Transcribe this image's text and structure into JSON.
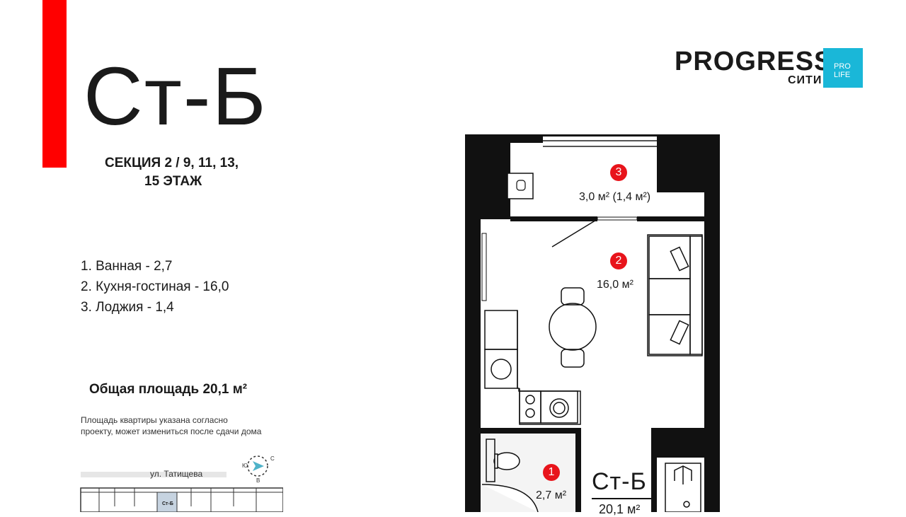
{
  "title": "Ст-Б",
  "section": {
    "line1": "СЕКЦИЯ 2 / 9, 11, 13,",
    "line2": "15 ЭТАЖ"
  },
  "rooms": [
    "1. Ванная - 2,7",
    "2. Кухня-гостиная - 16,0",
    "3. Лоджия - 1,4"
  ],
  "total_area": "Общая площадь 20,1 м²",
  "note": {
    "line1": "Площадь квартиры указана согласно",
    "line2": "проекту, может измениться после сдачи дома"
  },
  "street": "ул. Татищева",
  "compass": {
    "north": "С",
    "south": "Ю",
    "east": "В"
  },
  "minimap": {
    "unit_label": "Ст-Б"
  },
  "logo": {
    "brand": "PROGRESS",
    "sub": "СИТИ",
    "badge_line1": "PRO",
    "badge_line2": "LIFE",
    "badge_color": "#1ab7d8"
  },
  "plan": {
    "room3": {
      "number": "3",
      "area": "3,0 м² (1,4 м²)"
    },
    "room2": {
      "number": "2",
      "area": "16,0 м²"
    },
    "room1": {
      "number": "1",
      "area": "2,7 м²"
    },
    "label": "Ст-Б",
    "label_area": "20,1 м²"
  },
  "colors": {
    "accent_red": "#ff0000",
    "badge_red": "#e8141b",
    "wall": "#111111"
  }
}
